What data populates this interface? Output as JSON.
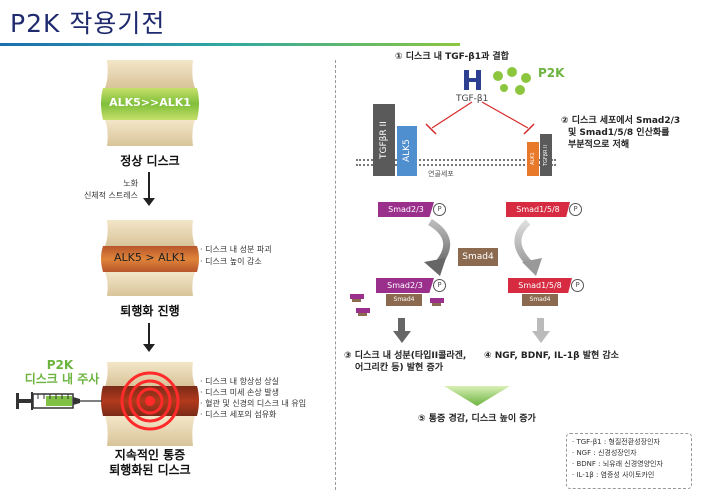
{
  "title": "P2K 작용기전",
  "left": {
    "joint1_label": "ALK5>>ALK1",
    "stage1": "정상 디스크",
    "cause": [
      "노화",
      "신체적 스트레스"
    ],
    "joint2_label": "ALK5 > ALK1",
    "joint2_notes": [
      "· 디스크 내 성분 파괴",
      "· 디스크 높이 감소"
    ],
    "stage2": "퇴행화 진행",
    "injection": [
      "P2K",
      "디스크 내 주사"
    ],
    "joint3_notes": [
      "· 디스크 내 항상성 상실",
      "· 디스크 미세 손상 발생",
      "· 혈관 및 신경의 디스크 내 유입",
      "· 디스크 세포의 섬유화"
    ],
    "stage3": [
      "지속적인 통증",
      "퇴행화된 디스크"
    ]
  },
  "right": {
    "step1": "① 디스크 내 TGF-β1과 결합",
    "p2k_label": "P2K",
    "tgf_label": "TGF-β1",
    "receptor_tgfbr2": "TGFβR II",
    "receptor_alk5": "ALK5",
    "receptor_alk1": "ALK1",
    "receptor_tgfbr2_small": "TGFβR II",
    "step2": [
      "② 디스크 세포에서 Smad2/3",
      "및 Smad1/5/8 인산화를",
      "부분적으로 저해"
    ],
    "membrane_label": "연골세포",
    "smad23": "Smad2/3",
    "smad158": "Smad1/5/8",
    "smad4": "Smad4",
    "p": "P",
    "step3": [
      "③ 디스크 내 성분(타입II콜라겐,",
      "어그리칸 등) 발현 증가"
    ],
    "step4": "④ NGF, BDNF, IL-1β 발현 감소",
    "step5": "⑤ 통증 경감, 디스크 높이 증가"
  },
  "legend": [
    "· TGF-β1 : 형질전환성장인자",
    "· NGF : 신경성장인자",
    "· BDNF : 뇌유래 신경영양인자",
    "· IL-1β : 염증성 사이토카인"
  ],
  "colors": {
    "accent_green": "#6cb33f",
    "title_blue": "#1f2b6e",
    "smad23": "#9b2f8c",
    "smad158": "#d62b40",
    "smad4": "#8b6a4f",
    "alk5": "#4f8fd0",
    "alk1": "#e8782a"
  }
}
